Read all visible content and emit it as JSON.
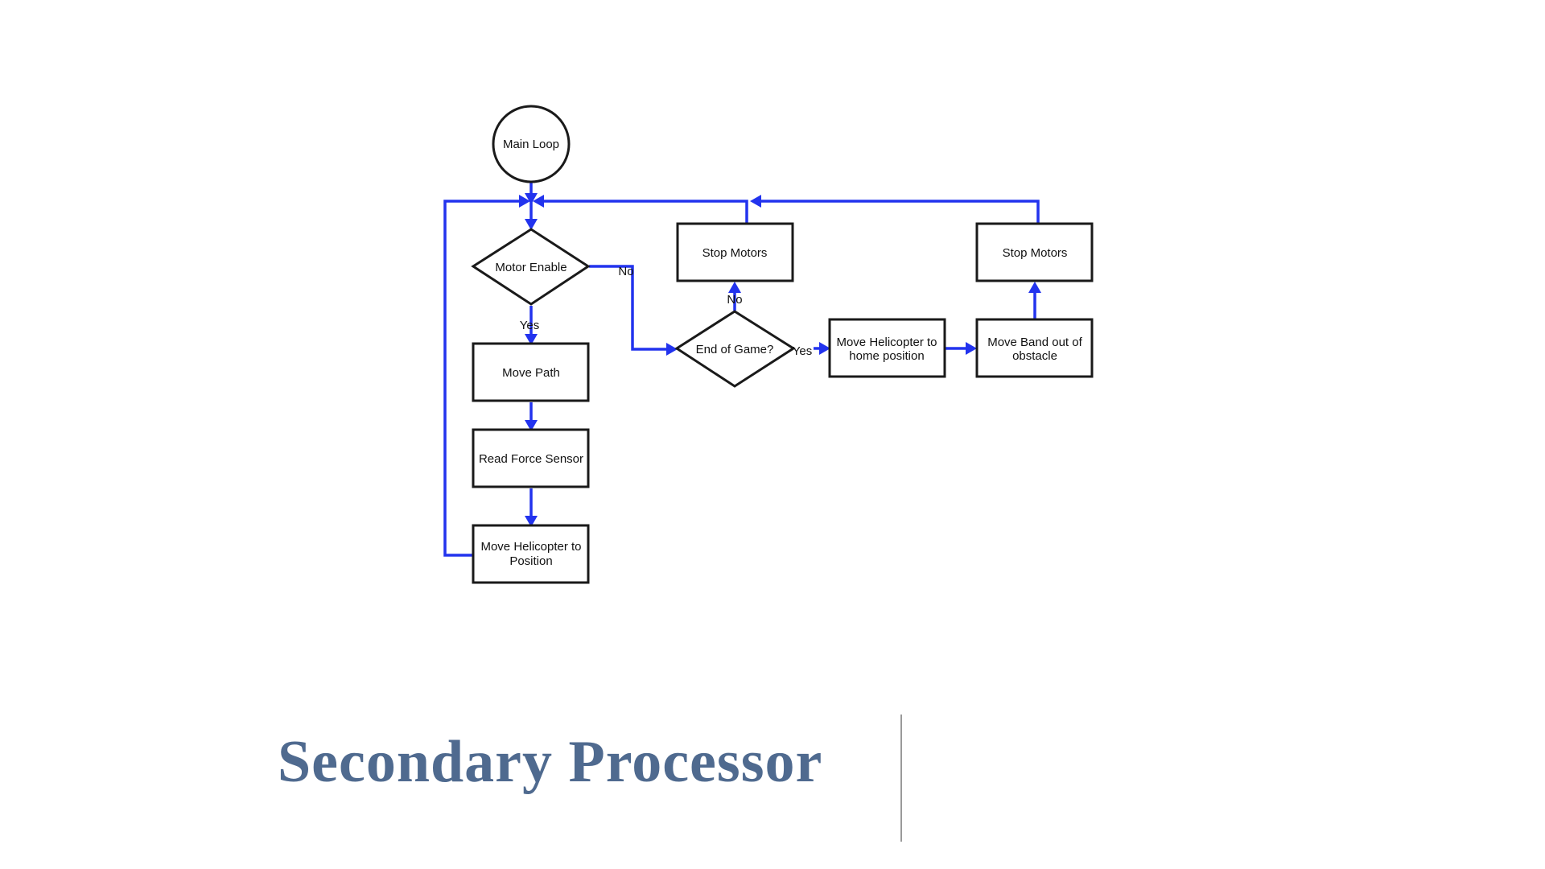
{
  "slide": {
    "title": "Secondary Processor"
  },
  "flowchart": {
    "nodes": {
      "main_loop": "Main Loop",
      "motor_enable": "Motor Enable",
      "move_path": "Move Path",
      "read_force_sensor": "Read Force Sensor",
      "move_helicopter_position": [
        "Move Helicopter to",
        "Position"
      ],
      "end_of_game": "End of Game?",
      "stop_motors_1": "Stop Motors",
      "move_helicopter_home": [
        "Move Helicopter to",
        "home position"
      ],
      "move_band": [
        "Move Band out of",
        "obstacle"
      ],
      "stop_motors_2": "Stop Motors"
    },
    "edge_labels": {
      "motor_enable_yes": "Yes",
      "motor_enable_no": "No",
      "end_of_game_no": "No",
      "end_of_game_yes": "Yes"
    },
    "colors": {
      "edge": "#2233ee",
      "node_border": "#1a1a1a"
    }
  }
}
